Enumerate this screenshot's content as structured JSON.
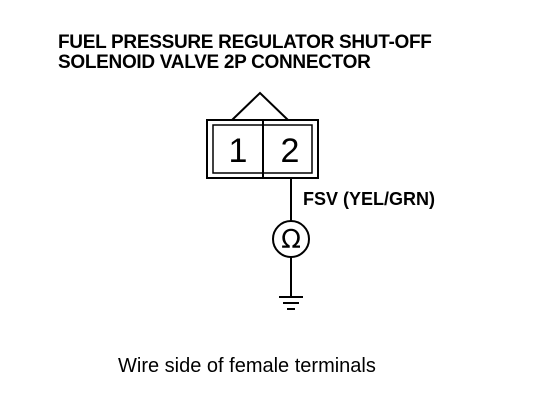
{
  "title": {
    "line1": "FUEL PRESSURE REGULATOR SHUT-OFF",
    "line2": "SOLENOID VALVE 2P CONNECTOR"
  },
  "connector": {
    "pins": [
      "1",
      "2"
    ]
  },
  "wire": {
    "label": "FSV (YEL/GRN)"
  },
  "meter": {
    "symbol": "Ω"
  },
  "caption": "Wire side of female terminals"
}
